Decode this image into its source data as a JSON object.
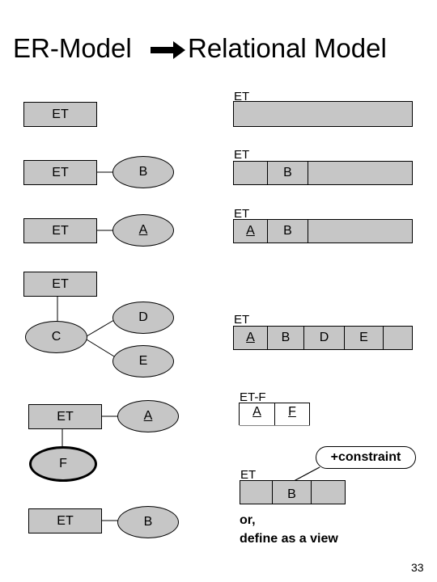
{
  "title_left": "ER-Model",
  "title_right": "Relational Model",
  "arrow_icon": "right-arrow-icon",
  "et": "ET",
  "labels": {
    "a": "A",
    "b": "B",
    "c": "C",
    "d": "D",
    "e": "E",
    "f": "F",
    "et_f": "ET-F",
    "constraint": "+constraint",
    "or_line": "or,",
    "view_line": "define as a view"
  },
  "page_number": "33"
}
